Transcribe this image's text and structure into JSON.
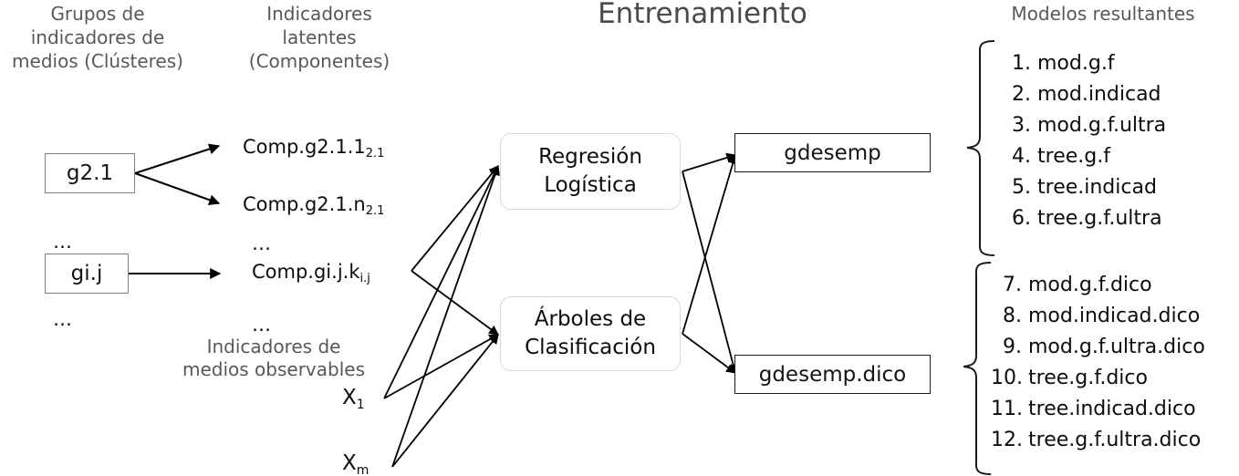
{
  "title": "Entrenamiento",
  "columns": {
    "clusters_header": "Grupos de\nindicadores de\nmedios (Clústeres)",
    "latent_header": "Indicadores\nlatentes\n(Componentes)",
    "models_header": "Modelos resultantes"
  },
  "clusters": [
    {
      "label": "g2.1"
    },
    {
      "label": "gi.j"
    }
  ],
  "cluster_ellipses": [
    "…",
    "…"
  ],
  "components": [
    {
      "text": "Comp.g2.1.1",
      "sub": "2.1"
    },
    {
      "text": "Comp.g2.1.n",
      "sub": "2.1"
    },
    {
      "text": "Comp.gi.j.k",
      "sub": "i.j"
    }
  ],
  "component_ellipses": [
    "…",
    "…"
  ],
  "observable_note": "Indicadores de\nmedios observables",
  "observables": [
    {
      "text": "X",
      "sub": "1"
    },
    {
      "text": "X",
      "sub": "m"
    }
  ],
  "methods": [
    {
      "line1": "Regresión",
      "line2": "Logística"
    },
    {
      "line1": "Árboles de",
      "line2": "Clasificación"
    }
  ],
  "targets": [
    {
      "label": "gdesemp"
    },
    {
      "label": "gdesemp.dico"
    }
  ],
  "model_groups": [
    {
      "items": [
        {
          "num": "1.",
          "name": "mod.g.f"
        },
        {
          "num": "2.",
          "name": "mod.indicad"
        },
        {
          "num": "3.",
          "name": "mod.g.f.ultra"
        },
        {
          "num": "4.",
          "name": "tree.g.f"
        },
        {
          "num": "5.",
          "name": "tree.indicad"
        },
        {
          "num": "6.",
          "name": "tree.g.f.ultra"
        }
      ]
    },
    {
      "items": [
        {
          "num": "7.",
          "name": "mod.g.f.dico"
        },
        {
          "num": "8.",
          "name": "mod.indicad.dico"
        },
        {
          "num": "9.",
          "name": "mod.g.f.ultra.dico"
        },
        {
          "num": "10.",
          "name": "tree.g.f.dico"
        },
        {
          "num": "11.",
          "name": "tree.indicad.dico"
        },
        {
          "num": "12.",
          "name": "tree.g.f.ultra.dico"
        }
      ]
    }
  ],
  "colors": {
    "text_dark": "#0d0d0d",
    "text_gray": "#58585a",
    "box_border_gray": "#7f7f7f",
    "rounded_border": "#d9d9d9",
    "edge": "#000000",
    "background": "#ffffff"
  }
}
